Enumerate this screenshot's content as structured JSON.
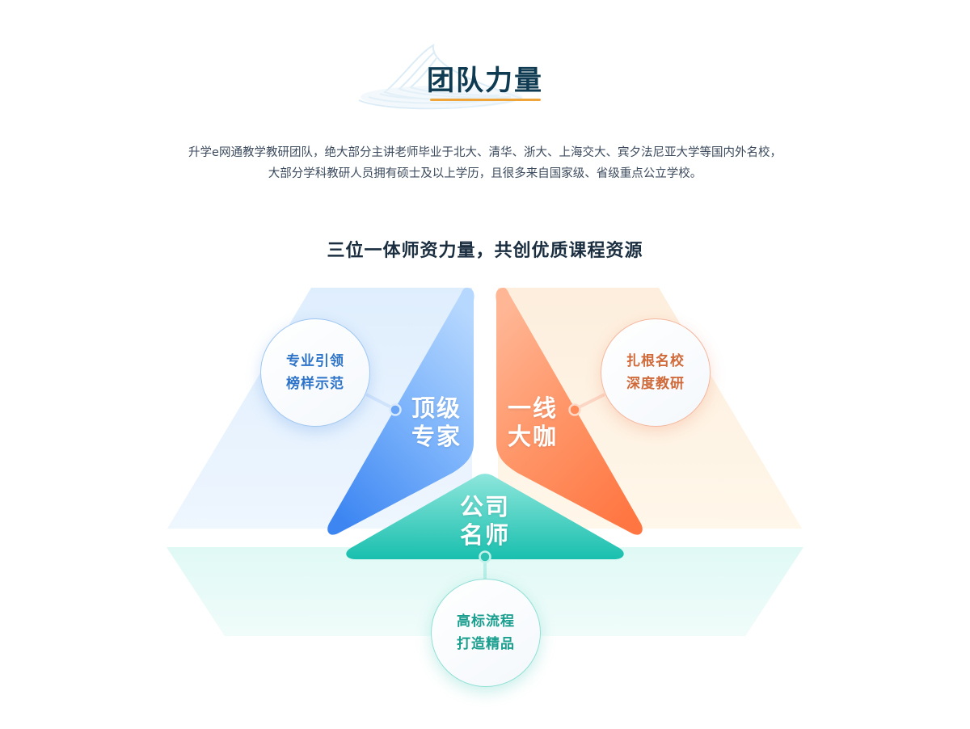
{
  "header": {
    "title": "团队力量",
    "intro_line1": "升学e网通教学教研团队，绝大部分主讲老师毕业于北大、清华、浙大、上海交大、宾夕法尼亚大学等国内外名校，",
    "intro_line2": "大部分学科教研人员拥有硕士及以上学历，且很多来自国家级、省级重点公立学校。"
  },
  "diagram": {
    "subtitle": "三位一体师资力量，共创优质课程资源",
    "segments": [
      {
        "id": "experts",
        "line1": "顶级",
        "line2": "专家",
        "bubble_line1": "专业引领",
        "bubble_line2": "榜样示范",
        "color": "#4a8ff5"
      },
      {
        "id": "masters",
        "line1": "一线",
        "line2": "大咖",
        "bubble_line1": "扎根名校",
        "bubble_line2": "深度教研",
        "color": "#ff7e4e"
      },
      {
        "id": "teachers",
        "line1": "公司",
        "line2": "名师",
        "bubble_line1": "高标流程",
        "bubble_line2": "打造精品",
        "color": "#1fc4b4"
      }
    ],
    "colors": {
      "accent_underline": "#f0a53a",
      "panel_blue": "#e6f1fd",
      "panel_orange": "#fef4e6",
      "panel_teal": "#e4faf7"
    }
  }
}
